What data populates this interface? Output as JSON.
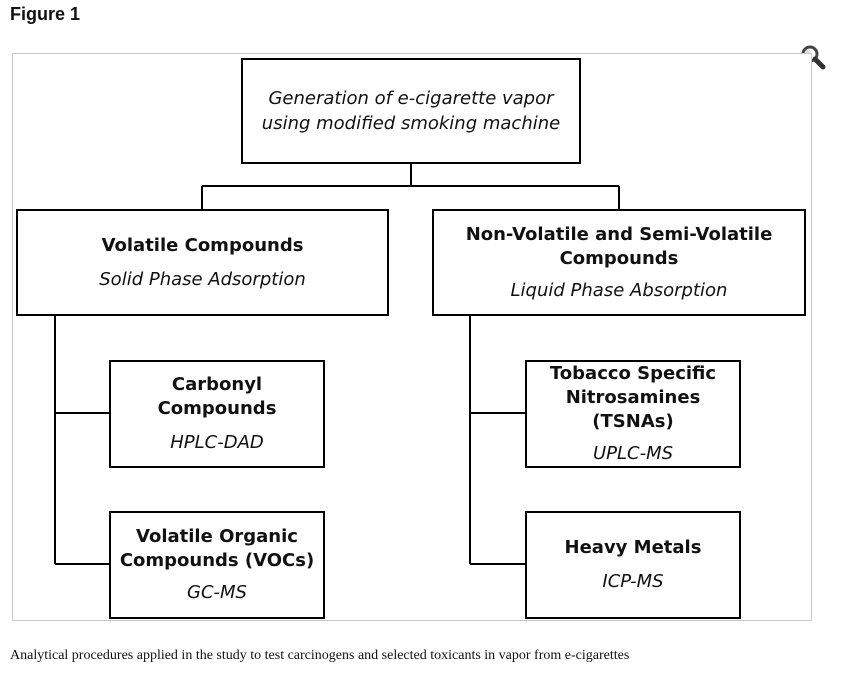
{
  "figure": {
    "title": "Figure 1",
    "zoom_icon": "magnifier-icon",
    "caption": "Analytical procedures applied in the study to test carcinogens and selected toxicants in vapor from e-cigarettes"
  },
  "diagram": {
    "root": {
      "text": "Generation of e-cigarette vapor\nusing modified smoking machine"
    },
    "volatile": {
      "heading": "Volatile Compounds",
      "method": "Solid Phase Adsorption"
    },
    "nonvolatile": {
      "heading": "Non-Volatile and Semi-Volatile\nCompounds",
      "method": "Liquid Phase Absorption"
    },
    "carbonyl": {
      "heading": "Carbonyl Compounds",
      "method": "HPLC-DAD"
    },
    "vocs": {
      "heading": "Volatile Organic\nCompounds (VOCs)",
      "method": "GC-MS"
    },
    "tsnas": {
      "heading": "Tobacco Specific\nNitrosamines (TSNAs)",
      "method": "UPLC-MS"
    },
    "metals": {
      "heading": "Heavy Metals",
      "method": "ICP-MS"
    }
  }
}
